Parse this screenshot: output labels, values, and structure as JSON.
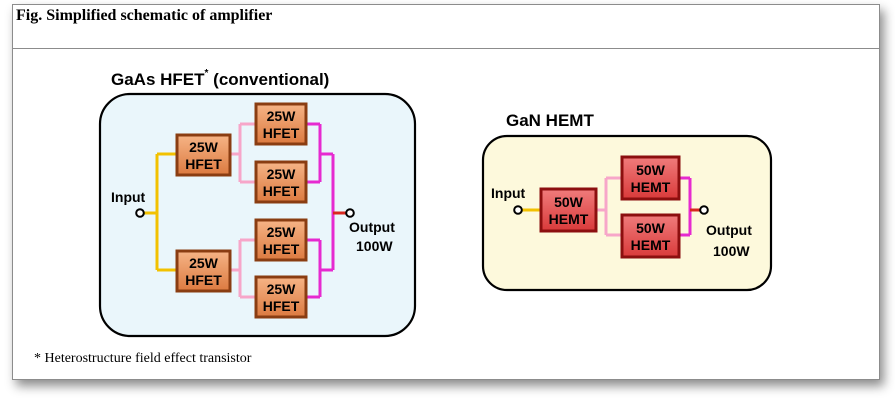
{
  "header": {
    "title": "Fig. Simplified schematic of amplifier"
  },
  "gaas": {
    "title_main": "GaAs HFET",
    "title_sup": "*",
    "title_suffix": " (conventional)",
    "input_label": "Input",
    "output_label": "Output",
    "output_power": "100W",
    "stage1": [
      {
        "power": "25W",
        "type": "HFET"
      },
      {
        "power": "25W",
        "type": "HFET"
      }
    ],
    "stage2": [
      {
        "power": "25W",
        "type": "HFET"
      },
      {
        "power": "25W",
        "type": "HFET"
      },
      {
        "power": "25W",
        "type": "HFET"
      },
      {
        "power": "25W",
        "type": "HFET"
      }
    ]
  },
  "gan": {
    "title": "GaN HEMT",
    "input_label": "Input",
    "output_label": "Output",
    "output_power": "100W",
    "stage1": [
      {
        "power": "50W",
        "type": "HEMT"
      }
    ],
    "stage2": [
      {
        "power": "50W",
        "type": "HEMT"
      },
      {
        "power": "50W",
        "type": "HEMT"
      }
    ]
  },
  "footnote": "* Heterostructure field effect transistor",
  "colors": {
    "gaas_panel": "#eaf6fb",
    "gan_panel": "#fdf9dc",
    "gaas_chip": "#e8834c",
    "gaas_chip_dark": "#8a3d12",
    "gan_chip": "#e04a4a",
    "gan_chip_dark": "#8c0f0f",
    "wire_yellow": "#f2c100",
    "wire_pink": "#f7a6c9",
    "wire_magenta": "#e62ad0",
    "wire_red": "#d8281f"
  }
}
